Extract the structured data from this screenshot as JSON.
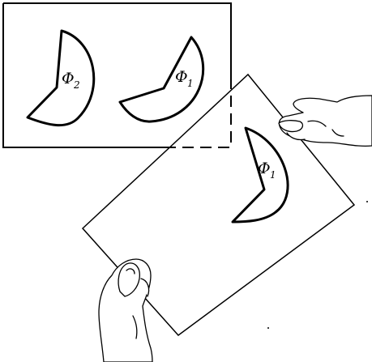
{
  "figure": {
    "shapes": [
      {
        "symbol": "Φ",
        "subscript": "2"
      },
      {
        "symbol": "Φ",
        "subscript": "1"
      },
      {
        "symbol": "Φ",
        "subscript": "1"
      }
    ],
    "colors": {
      "ink": "#000000",
      "paper": "#ffffff"
    }
  }
}
